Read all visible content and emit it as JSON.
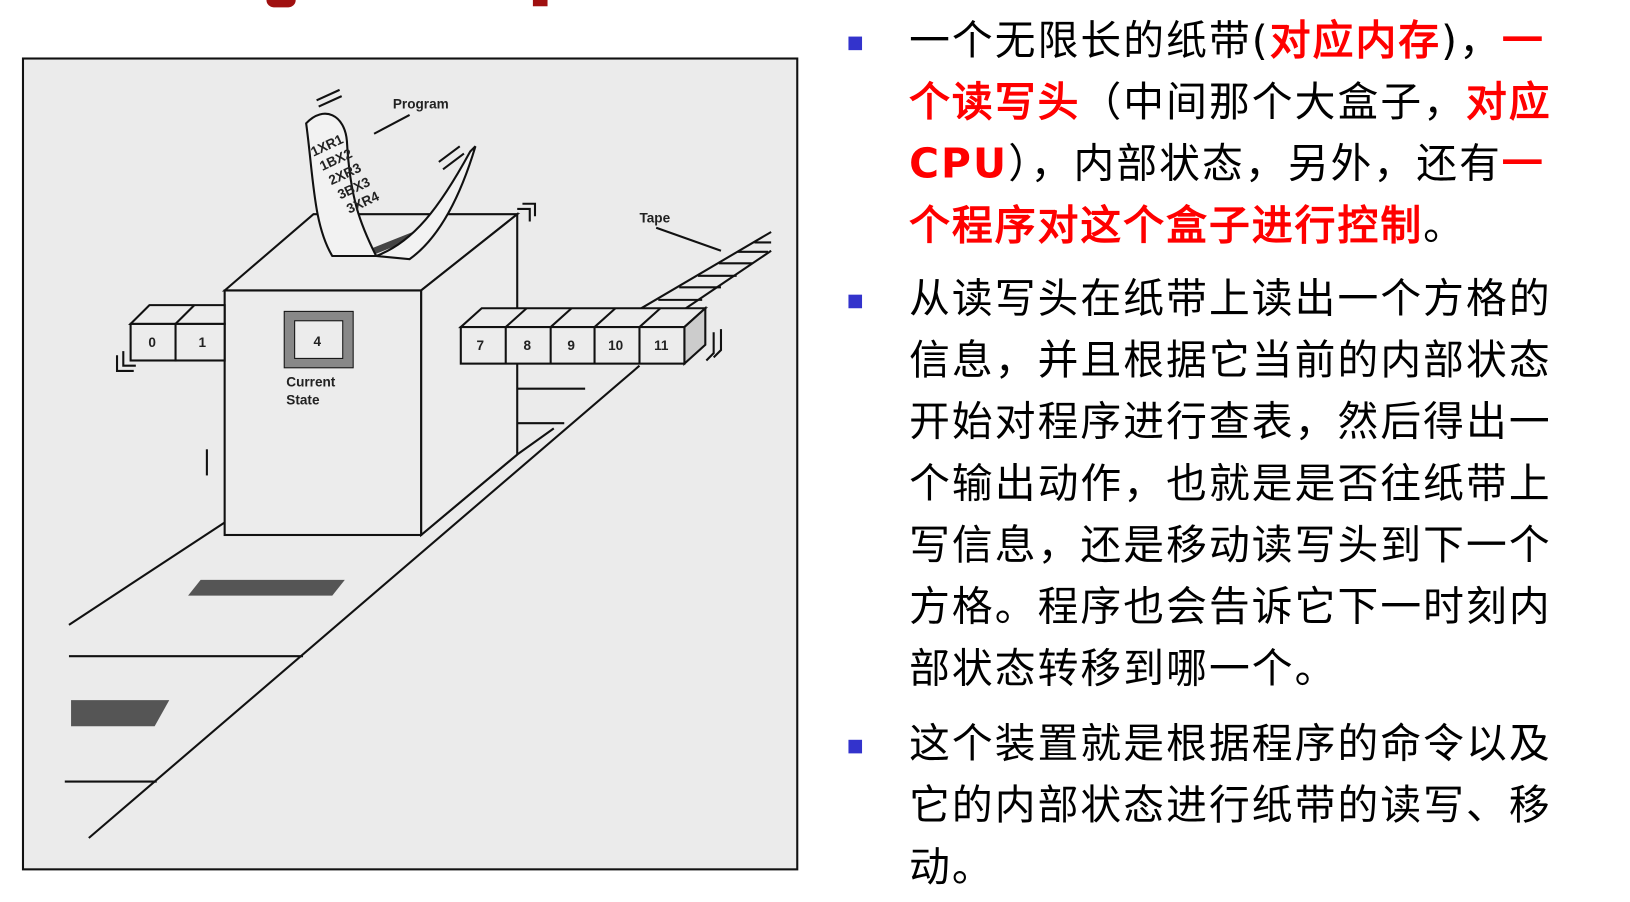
{
  "colors": {
    "accent_red": "#ff0000",
    "bullet": "#3333cc",
    "title_red": "#a01010"
  },
  "figure": {
    "program_label": "Program",
    "program_lines": [
      "1XR1",
      "1BX2",
      "2XR3",
      "3BX3",
      "3XR4"
    ],
    "tape_label": "Tape",
    "left_cells": [
      "0",
      "1"
    ],
    "state_value": "4",
    "state_label_1": "Current",
    "state_label_2": "State",
    "right_cells": [
      "7",
      "8",
      "9",
      "10",
      "11"
    ]
  },
  "bullets": [
    {
      "lines": [
        [
          {
            "t": "一个无限长的纸带(",
            "red": false
          },
          {
            "t": "对应内存",
            "red": true
          },
          {
            "t": ")，",
            "red": false
          },
          {
            "t": "一",
            "red": true
          }
        ],
        [
          {
            "t": "个读写头",
            "red": true
          },
          {
            "t": "（中间那个大盒子，",
            "red": false
          },
          {
            "t": "对应",
            "red": true
          }
        ],
        [
          {
            "t": "CPU",
            "red": true
          },
          {
            "t": "），内部状态，另外，还有",
            "red": false
          },
          {
            "t": "一",
            "red": true
          }
        ],
        [
          {
            "t": "个程序对这个盒子进行控制",
            "red": true
          },
          {
            "t": "。",
            "red": false
          }
        ]
      ]
    },
    {
      "lines": [
        [
          {
            "t": "从读写头在纸带上读出一个方格的",
            "red": false
          }
        ],
        [
          {
            "t": "信息，并且根据它当前的内部状态",
            "red": false
          }
        ],
        [
          {
            "t": "开始对程序进行查表，然后得出一",
            "red": false
          }
        ],
        [
          {
            "t": "个输出动作，也就是是否往纸带上",
            "red": false
          }
        ],
        [
          {
            "t": "写信息，还是移动读写头到下一个",
            "red": false
          }
        ],
        [
          {
            "t": "方格。程序也会告诉它下一时刻内",
            "red": false
          }
        ],
        [
          {
            "t": "部状态转移到哪一个。",
            "red": false
          }
        ]
      ]
    },
    {
      "lines": [
        [
          {
            "t": "这个装置就是根据程序的命令以及",
            "red": false
          }
        ],
        [
          {
            "t": "它的内部状态进行纸带的读写、移",
            "red": false
          }
        ],
        [
          {
            "t": "动。",
            "red": false
          }
        ]
      ]
    }
  ]
}
